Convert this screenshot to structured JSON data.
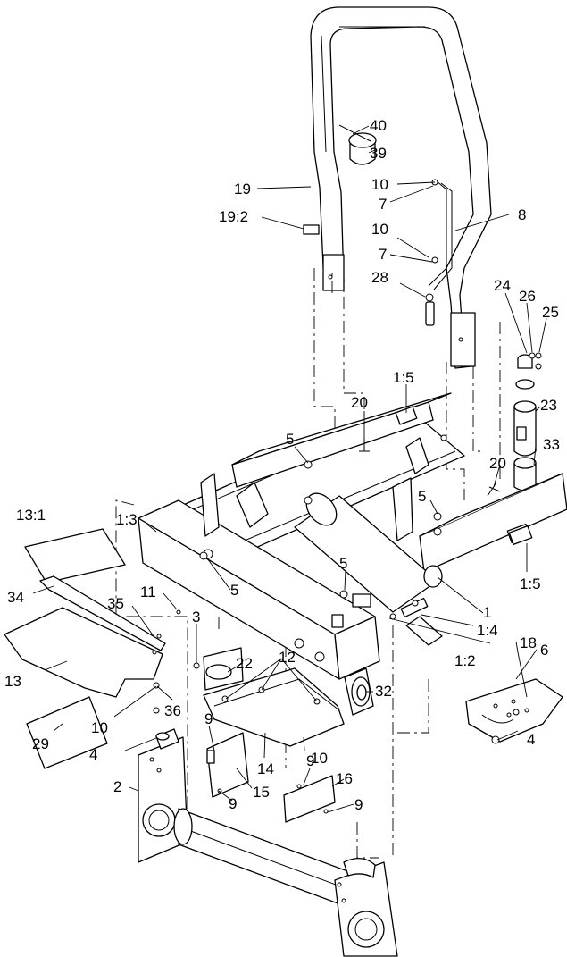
{
  "labels": [
    {
      "id": "40"
    },
    {
      "id": "39"
    },
    {
      "id": "19"
    },
    {
      "id": "10a",
      "text": "10"
    },
    {
      "id": "7a",
      "text": "7"
    },
    {
      "id": "8"
    },
    {
      "id": "19_2",
      "text": "19:2"
    },
    {
      "id": "10b",
      "text": "10"
    },
    {
      "id": "7b",
      "text": "7"
    },
    {
      "id": "28"
    },
    {
      "id": "24"
    },
    {
      "id": "26"
    },
    {
      "id": "25"
    },
    {
      "id": "23"
    },
    {
      "id": "1_5a",
      "text": "1:5"
    },
    {
      "id": "20a",
      "text": "20"
    },
    {
      "id": "33"
    },
    {
      "id": "5a",
      "text": "5"
    },
    {
      "id": "20b",
      "text": "20"
    },
    {
      "id": "5b",
      "text": "5"
    },
    {
      "id": "13_1",
      "text": "13:1"
    },
    {
      "id": "1_3",
      "text": "1:3"
    },
    {
      "id": "5c",
      "text": "5"
    },
    {
      "id": "1_5b",
      "text": "1:5"
    },
    {
      "id": "5d",
      "text": "5"
    },
    {
      "id": "34"
    },
    {
      "id": "1"
    },
    {
      "id": "11"
    },
    {
      "id": "35"
    },
    {
      "id": "3"
    },
    {
      "id": "1_4",
      "text": "1:4"
    },
    {
      "id": "1_2",
      "text": "1:2"
    },
    {
      "id": "6"
    },
    {
      "id": "18"
    },
    {
      "id": "22"
    },
    {
      "id": "13"
    },
    {
      "id": "12"
    },
    {
      "id": "32"
    },
    {
      "id": "10c",
      "text": "10"
    },
    {
      "id": "36"
    },
    {
      "id": "10d",
      "text": "10"
    },
    {
      "id": "29"
    },
    {
      "id": "9a",
      "text": "9"
    },
    {
      "id": "4a",
      "text": "4"
    },
    {
      "id": "4b",
      "text": "4"
    },
    {
      "id": "14"
    },
    {
      "id": "9b",
      "text": "9"
    },
    {
      "id": "16"
    },
    {
      "id": "2"
    },
    {
      "id": "15"
    },
    {
      "id": "9c",
      "text": "9"
    },
    {
      "id": "9d",
      "text": "9"
    }
  ]
}
